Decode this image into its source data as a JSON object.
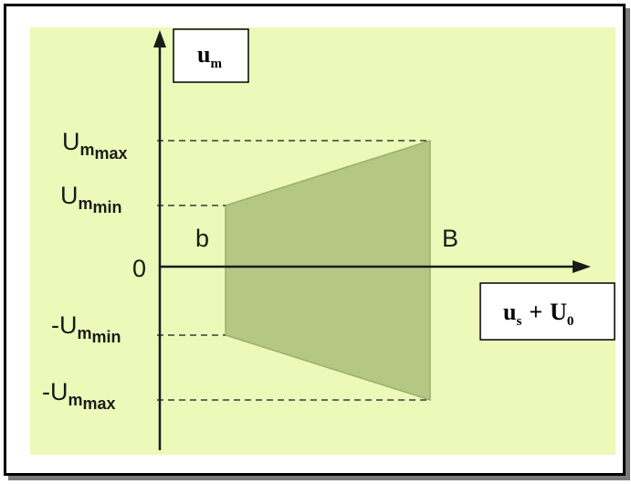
{
  "colors": {
    "background": "#edf9b8",
    "shaded_region": "#b4c884",
    "shaded_outline": "#9caf6c",
    "axis": "#1a1a1a"
  },
  "axes": {
    "y_axis_label": {
      "main": "u",
      "sub": "m"
    },
    "x_axis_label": {
      "part1": "u",
      "part1_sub": "s",
      "operator": "+",
      "part2": "U",
      "part2_sub": "0"
    }
  },
  "y_levels": [
    {
      "key": "umax",
      "main": "U",
      "sub": "m",
      "subsub": "max"
    },
    {
      "key": "umin",
      "main": "U",
      "sub": "m",
      "subsub": "min"
    },
    {
      "key": "zero",
      "main": "0"
    },
    {
      "key": "numin",
      "main": "-U",
      "sub": "m",
      "subsub": "min"
    },
    {
      "key": "numax",
      "main": "-U",
      "sub": "m",
      "subsub": "max"
    }
  ],
  "points": {
    "left": "b",
    "right": "B"
  }
}
